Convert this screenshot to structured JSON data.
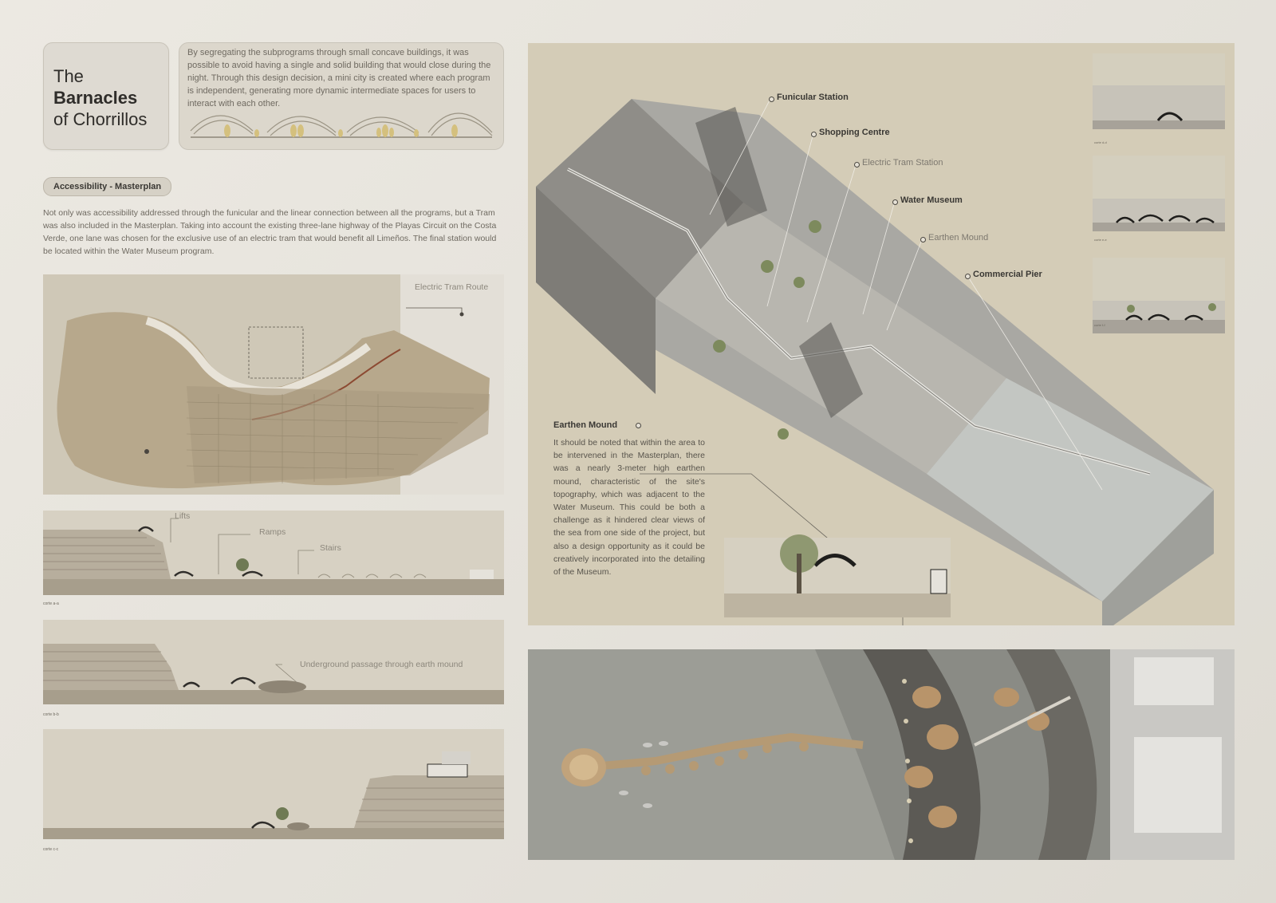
{
  "title": {
    "line1": "The",
    "line2": "Barnacles",
    "line3": "of Chorrillos"
  },
  "intro": "By segregating the subprograms through small concave buildings, it was possible to avoid having a single and solid building that would close during the night. Through this design decision, a mini city is created where each program is independent, generating more dynamic intermediate spaces for users to interact with each other.",
  "masterplan": {
    "pill": "Accessibility - Masterplan",
    "text": "Not only was accessibility addressed through the funicular and the linear connection between all the programs, but a Tram was also included in the Masterplan. Taking into account the existing three-lane highway of the Playas Circuit on the Costa Verde, one lane was chosen for the exclusive use of an electric tram that would benefit all Limeños. The final station would be located within the Water Museum program.",
    "map_callout": "Electric Tram Route"
  },
  "sections": {
    "a": {
      "label": "corte a-a",
      "lifts": "Lifts",
      "ramps": "Ramps",
      "stairs": "Stairs"
    },
    "b": {
      "label": "corte b-b",
      "passage": "Underground passage through earth mound"
    },
    "c": {
      "label": "corte c-c"
    }
  },
  "isometric": {
    "funicular": "Funicular Station",
    "shopping": "Shopping Centre",
    "tram": "Electric Tram Station",
    "museum": "Water Museum",
    "mound": "Earthen Mound",
    "pier": "Commercial Pier",
    "thumb_labels": [
      "corte d-d",
      "corte e-e",
      "corte f-f"
    ]
  },
  "earthen_mound": {
    "title": "Earthen Mound",
    "text": "It should be noted that within the area to be intervened in the Masterplan, there was a nearly 3-meter high earthen mound, characteristic of the site's topography, which was adjacent to the Water Museum. This could be both a challenge as it hindered clear views of the sea from one side of the project, but also a design opportunity as it could be creatively incorporated into the detailing of the Museum."
  }
}
